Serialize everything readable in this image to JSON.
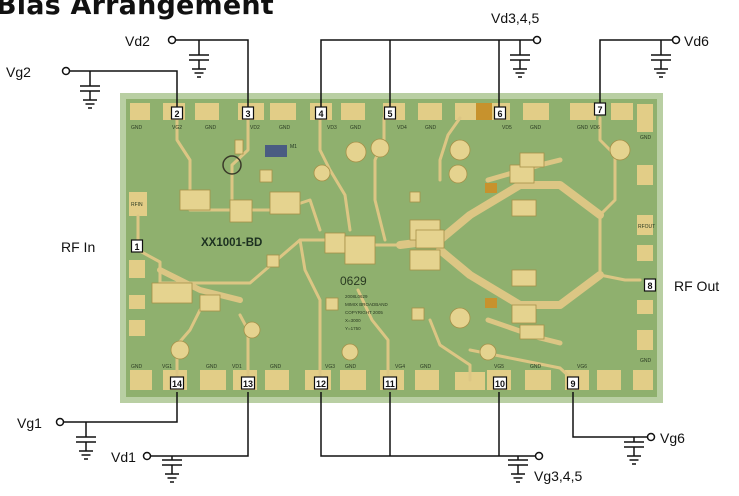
{
  "title": "Bias Arrangement",
  "chip": {
    "part_number": "XX1001-BD",
    "marking": "0629",
    "imprint": [
      "2008L0629",
      "MIMIX BROADBAND",
      "COPYRIGHT 2005",
      "X=3000",
      "Y=1750"
    ],
    "colors": {
      "substrate": "#8fb06e",
      "border": "#b9cfa3",
      "metal": "#dcc684"
    }
  },
  "supply_labels": {
    "vd2": "Vd2",
    "vg2": "Vg2",
    "vd345_top": "Vd3,4,5",
    "vd6": "Vd6",
    "rf_in": "RF In",
    "rf_out": "RF Out",
    "vg1": "Vg1",
    "vd1": "Vd1",
    "vg345_bottom": "Vg3,4,5",
    "vg6": "Vg6"
  },
  "pins": [
    {
      "number": "1",
      "pad": "RFIN"
    },
    {
      "number": "2",
      "pad": "VG2"
    },
    {
      "number": "3",
      "pad": "VD2"
    },
    {
      "number": "4",
      "pad": "VD3"
    },
    {
      "number": "5",
      "pad": "VD4"
    },
    {
      "number": "6",
      "pad": "VD5"
    },
    {
      "number": "7",
      "pad": "VD6"
    },
    {
      "number": "8",
      "pad": "RFOUT"
    },
    {
      "number": "9",
      "pad": "VG6"
    },
    {
      "number": "10",
      "pad": "VG5"
    },
    {
      "number": "11",
      "pad": "VG4"
    },
    {
      "number": "12",
      "pad": "VG3"
    },
    {
      "number": "13",
      "pad": "VD1"
    },
    {
      "number": "14",
      "pad": "VG1"
    }
  ],
  "gnd_label": "GND",
  "die_text": "M1"
}
